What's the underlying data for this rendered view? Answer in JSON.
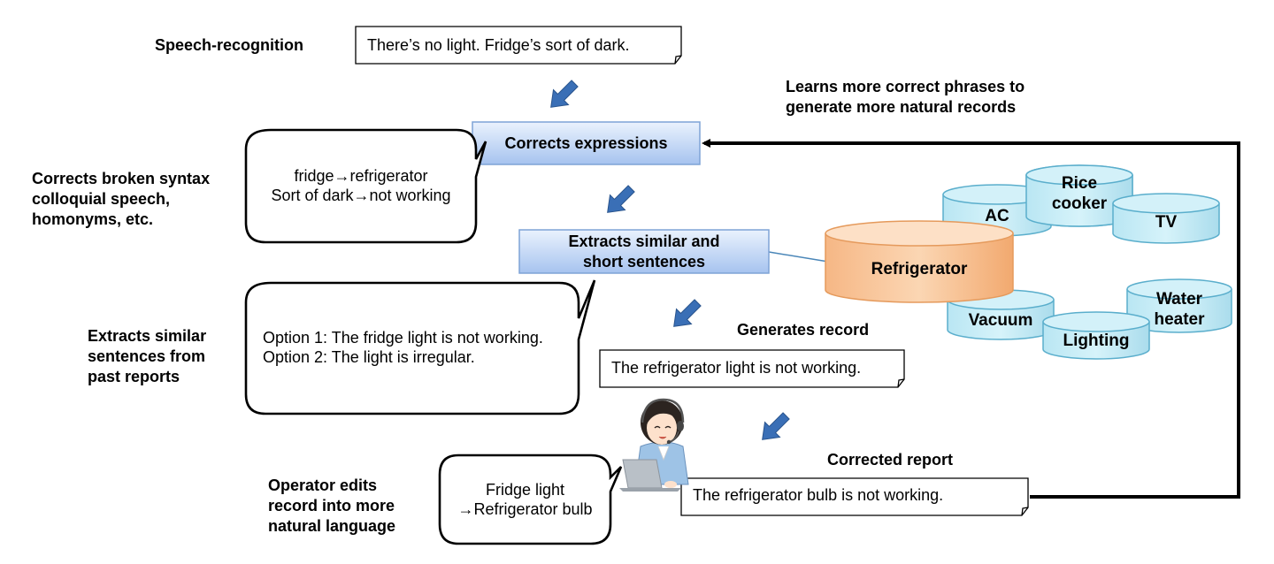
{
  "labels": {
    "speech_recognition": "Speech-recognition",
    "learns": [
      "Learns more correct phrases to",
      "generate more natural records"
    ],
    "corrects_broken": [
      "Corrects broken syntax",
      "colloquial speech,",
      "homonyms, etc."
    ],
    "extracts_similar": [
      "Extracts similar",
      "sentences from",
      "past reports"
    ],
    "generates_record": "Generates record",
    "corrected_report": "Corrected report",
    "operator_edits": [
      "Operator edits",
      "record into more",
      "natural language"
    ]
  },
  "documents": {
    "speech_text": "There’s no light. Fridge’s sort of dark.",
    "record_text": "The refrigerator light is not working.",
    "report_text": "The refrigerator bulb is not working."
  },
  "process_boxes": {
    "corrects_expressions": "Corrects expressions",
    "extracts_sentences": [
      "Extracts similar and",
      "short sentences"
    ]
  },
  "callouts": {
    "corrections": [
      "fridge→refrigerator",
      "Sort of dark→not working"
    ],
    "options": [
      "Option 1: The fridge light is not working.",
      "Option 2: The light is irregular."
    ],
    "operator_edit": [
      "Fridge light",
      "→Refrigerator bulb"
    ]
  },
  "databases": {
    "refrigerator": "Refrigerator",
    "ac": "AC",
    "rice_cooker": [
      "Rice",
      "cooker"
    ],
    "tv": "TV",
    "vacuum": "Vacuum",
    "lighting": "Lighting",
    "water_heater": [
      "Water",
      "heater"
    ]
  },
  "colors": {
    "process_fill_top": "#e3edfb",
    "process_fill_bottom": "#a9c6f0",
    "process_stroke": "#7ea3d6",
    "db_fill": "#c4ecf6",
    "db_stroke": "#5aaecc",
    "fridge_fill": "#f8c79a",
    "fridge_stroke": "#e59a5c",
    "arrow_fill": "#3a6fb6"
  },
  "icons": {
    "operator": "operator-with-headset-icon"
  }
}
